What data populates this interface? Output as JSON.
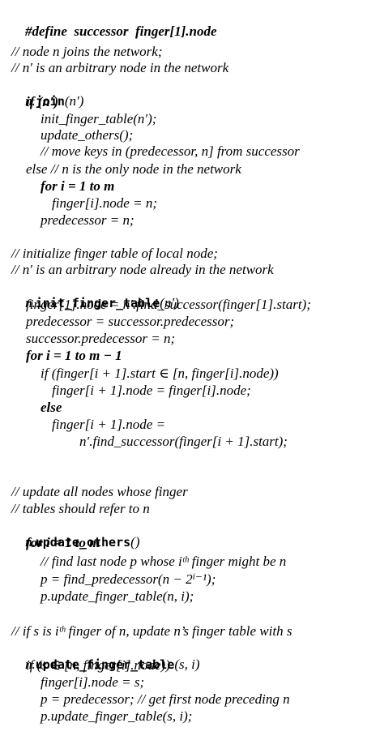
{
  "code": {
    "define": "#define  successor  finger[1].node",
    "join_comment_1": "// node n joins the network;",
    "join_comment_2": "// n′ is an arbitrary node in the network",
    "join_sig_var": "n.",
    "join_sig_name": "join",
    "join_sig_arg": "(n′)",
    "join_if": "if (n′)",
    "join_init": "init_finger_table(n′);",
    "join_update": "update_others();",
    "join_move_comment": "// move keys in (predecessor, n] from successor",
    "join_else": "else // n is the only node in the network",
    "join_for": "for i = 1 to m",
    "join_finger_assign": "finger[i].node = n;",
    "join_pred_assign": "predecessor = n;",
    "init_comment_1": "// initialize finger table of local node;",
    "init_comment_2": "// n′ is an arbitrary node already in the network",
    "init_sig_var": "n.",
    "init_sig_name": "init_finger_table",
    "init_sig_arg": "(n′)",
    "init_finger1": "finger[1].node = n′.find_successor(finger[1].start);",
    "init_pred": "predecessor = successor.predecessor;",
    "init_succ_pred": "successor.predecessor = n;",
    "init_for": "for i = 1 to m − 1",
    "init_if": "if (finger[i + 1].start ∈ [n, finger[i].node))",
    "init_if_body": "finger[i + 1].node = finger[i].node;",
    "init_else": "else",
    "init_else_body_1": "finger[i + 1].node =",
    "init_else_body_2": "n′.find_successor(finger[i + 1].start);",
    "others_comment_1": "// update all nodes whose finger",
    "others_comment_2": "// tables should refer to n",
    "others_sig_var": "n.",
    "others_sig_name": "update_others",
    "others_sig_arg": "()",
    "others_for": "for i = 1 to m",
    "others_comment_3": "// find last node p whose iᵗʰ finger might be n",
    "others_p_assign": "p = find_predecessor(n − 2ⁱ⁻¹);",
    "others_p_update": "p.update_finger_table(n, i);",
    "uft_comment": "// if s is iᵗʰ finger of n, update n’s finger table with s",
    "uft_sig_var": "n.",
    "uft_sig_name": "update_finger_table",
    "uft_sig_arg": "(s, i)",
    "uft_if": "if (s ∈ [n, finger[i].node))",
    "uft_finger_assign": "finger[i].node = s;",
    "uft_p_assign": "p = predecessor; // get first node preceding n",
    "uft_p_update": "p.update_finger_table(s, i);"
  }
}
